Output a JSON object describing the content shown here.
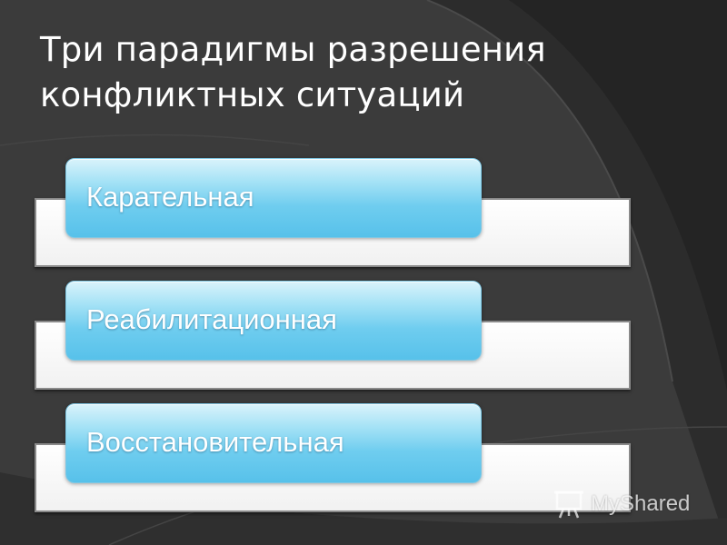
{
  "slide": {
    "title": "Три парадигмы разрешения конфликтных ситуаций",
    "items": [
      {
        "label": "Карательная"
      },
      {
        "label": "Реабилитационная"
      },
      {
        "label": "Восстановительная"
      }
    ],
    "watermark": "MyShared"
  },
  "colors": {
    "background": "#3a3a3a",
    "title_text": "#ffffff",
    "pill_accent": "#6fcdef",
    "bar_fill": "#ffffff"
  },
  "icons": [
    "presentation-board-icon"
  ]
}
